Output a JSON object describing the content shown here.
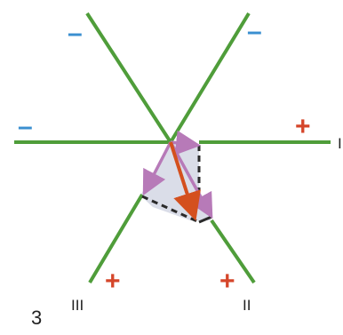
{
  "figure": {
    "number": "3",
    "leads": {
      "lead_I": "I",
      "lead_II": "II",
      "lead_III": "III"
    },
    "signs": {
      "top_left": "–",
      "top_right": "–",
      "left": "–",
      "right": "+",
      "bottom_left": "+",
      "bottom_right": "+"
    }
  },
  "colors": {
    "axis_line": "#4f9d3a",
    "negative_sign": "#3a8fd0",
    "positive_sign": "#d5462a",
    "resultant_vector": "#d4501e",
    "component_vector": "#b77ab8",
    "projection_fill": "#d6d9e6",
    "dashed_line": "#2a2a2a",
    "text": "#222222"
  }
}
